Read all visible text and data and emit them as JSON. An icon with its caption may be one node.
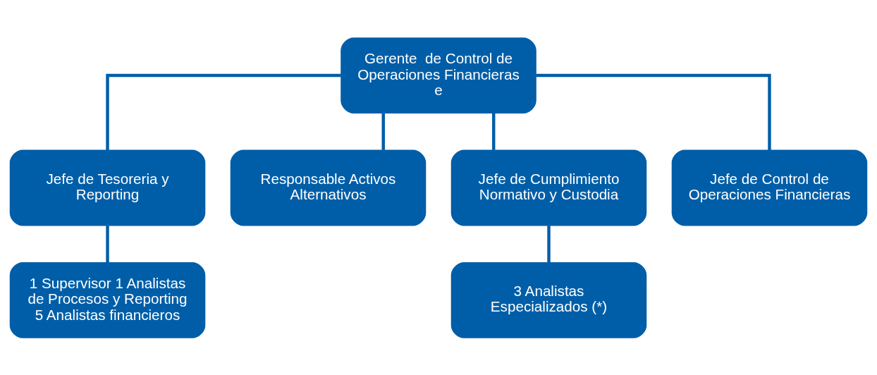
{
  "diagram": {
    "nodes": [
      {
        "text": [
          "Gerente  de Control de Operaciones Financieras e"
        ]
      },
      {
        "text": [
          "Jefe de Tesoreria y Reporting"
        ]
      },
      {
        "text": [
          "Responsable Activos Alternativos"
        ]
      },
      {
        "text": [
          "Jefe de Cumplimiento Normativo y Custodia"
        ]
      },
      {
        "text": [
          "Jefe de Control de Operaciones Financieras"
        ]
      },
      {
        "text": [
          "1 Supervisor 1 Analistas de Procesos y Reporting 5 Analistas financieros"
        ]
      },
      {
        "text": [
          "3 Analistas Especializados (*)"
        ]
      }
    ],
    "edges": [
      {
        "from": 0,
        "to": 1,
        "arrow": "none"
      },
      {
        "from": 0,
        "to": 2,
        "arrow": "none"
      },
      {
        "from": 0,
        "to": 3,
        "arrow": "none"
      },
      {
        "from": 0,
        "to": 4,
        "arrow": "none"
      },
      {
        "from": 1,
        "to": 5,
        "arrow": "none"
      },
      {
        "from": 3,
        "to": 6,
        "arrow": "none"
      }
    ]
  }
}
